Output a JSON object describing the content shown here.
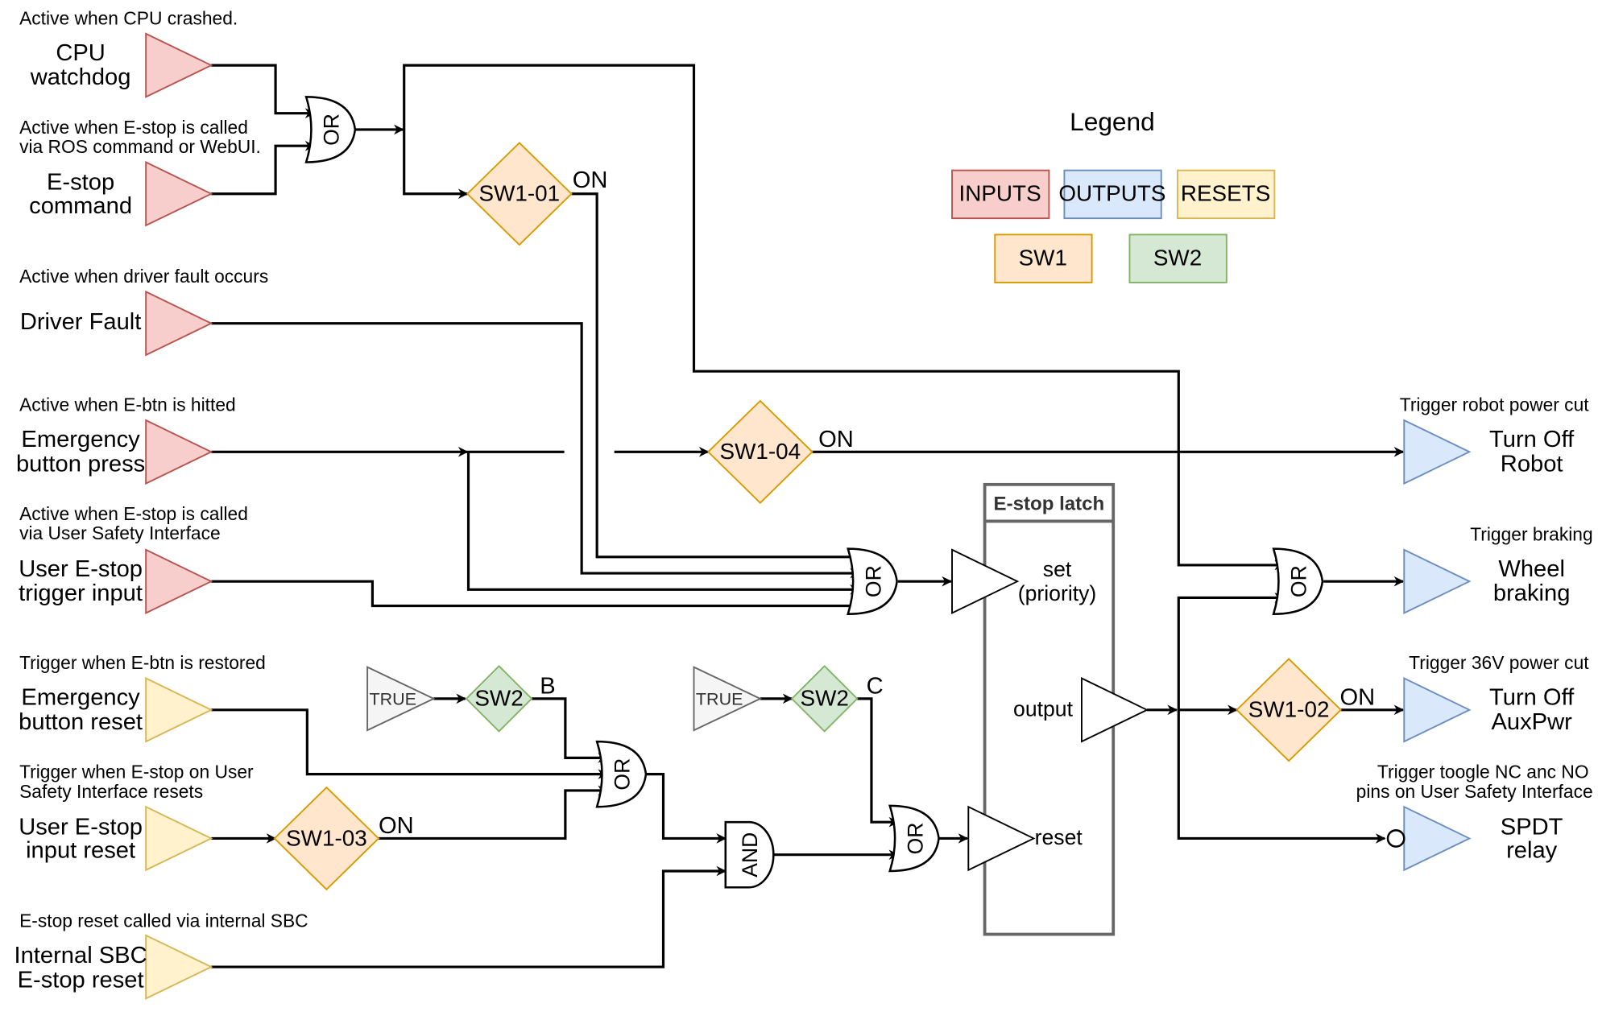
{
  "colors": {
    "input_fill": "#f8cecc",
    "input_stroke": "#b85450",
    "output_fill": "#dae8fc",
    "output_stroke": "#6c8ebf",
    "reset_fill": "#fff2cc",
    "reset_stroke": "#d6b656",
    "sw1_fill": "#ffe6cc",
    "sw1_stroke": "#d79b00",
    "sw2_fill": "#d5e8d4",
    "sw2_stroke": "#82b366",
    "true_fill": "#f5f5f5",
    "true_stroke": "#666666",
    "latch_stroke": "#666666"
  },
  "legend": {
    "title": "Legend",
    "inputs": "INPUTS",
    "outputs": "OUTPUTS",
    "resets": "RESETS",
    "sw1": "SW1",
    "sw2": "SW2"
  },
  "inputs": [
    {
      "note1": "Active when CPU crashed.",
      "note2": "",
      "line1": "CPU",
      "line2": "watchdog"
    },
    {
      "note1": "Active when E-stop is called",
      "note2": "via ROS command or WebUI.",
      "line1": "E-stop",
      "line2": "command"
    },
    {
      "note1": "Active when driver fault occurs",
      "note2": "",
      "line1": "Driver Fault",
      "line2": ""
    },
    {
      "note1": "Active when E-btn is hitted",
      "note2": "",
      "line1": "Emergency",
      "line2": "button press"
    },
    {
      "note1": "Active when E-stop is called",
      "note2": "via User Safety Interface",
      "line1": "User E-stop",
      "line2": "trigger input"
    }
  ],
  "resets": [
    {
      "note1": "Trigger when E-btn is restored",
      "note2": "",
      "line1": "Emergency",
      "line2": "button reset"
    },
    {
      "note1": "Trigger when E-stop on User",
      "note2": "Safety Interface resets",
      "line1": "User E-stop",
      "line2": "input reset"
    },
    {
      "note1": "E-stop reset called via internal SBC",
      "note2": "",
      "line1": "Internal SBC",
      "line2": "E-stop reset"
    }
  ],
  "outputs": [
    {
      "note1": "Trigger robot power cut",
      "note2": "",
      "line1": "Turn Off",
      "line2": "Robot"
    },
    {
      "note1": "Trigger braking",
      "note2": "",
      "line1": "Wheel",
      "line2": "braking"
    },
    {
      "note1": "Trigger 36V power cut",
      "note2": "",
      "line1": "Turn Off",
      "line2": "AuxPwr"
    },
    {
      "note1": "Trigger toogle NC anc NO",
      "note2": "pins on User Safety Interface",
      "line1": "SPDT",
      "line2": "relay"
    }
  ],
  "switches": {
    "sw1_01": "SW1-01",
    "sw1_02": "SW1-02",
    "sw1_03": "SW1-03",
    "sw1_04": "SW1-04",
    "sw2_b": "SW2",
    "sw2_c": "SW2"
  },
  "switch_labels": {
    "sw1_01_on": "ON",
    "sw1_02_on": "ON",
    "sw1_03_on": "ON",
    "sw1_04_on": "ON",
    "sw2_b": "B",
    "sw2_c": "C"
  },
  "constants": {
    "true_b": "TRUE",
    "true_c": "TRUE"
  },
  "gates": {
    "or": "OR",
    "and": "AND"
  },
  "latch": {
    "title": "E-stop latch",
    "set1": "set",
    "set2": "(priority)",
    "output": "output",
    "reset": "reset"
  }
}
